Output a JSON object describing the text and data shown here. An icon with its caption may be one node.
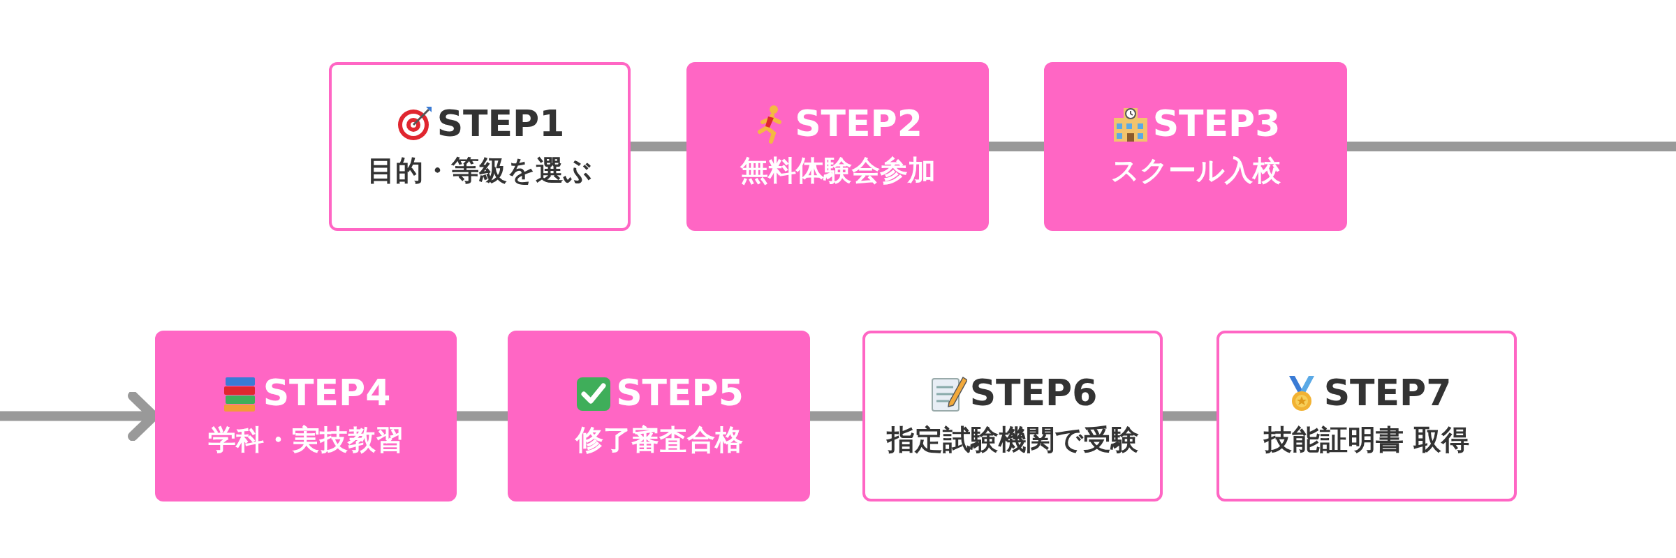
{
  "diagram": {
    "nodes": [
      {
        "text": [
          "STEP1",
          "目的・等級を選ぶ"
        ]
      },
      {
        "text": [
          "STEP2",
          "無料体験会参加"
        ]
      },
      {
        "text": [
          "STEP3",
          "スクール入校"
        ]
      },
      {
        "text": [
          "STEP4",
          "学科・実技教習"
        ]
      },
      {
        "text": [
          "STEP5",
          "修了審査合格"
        ]
      },
      {
        "text": [
          "STEP6",
          "指定試験機関で受験"
        ]
      },
      {
        "text": [
          "STEP7",
          "技能証明書 取得"
        ]
      }
    ],
    "edges": [
      {
        "from": 0,
        "to": 1,
        "arrow": "none"
      },
      {
        "from": 1,
        "to": 2,
        "arrow": "none"
      },
      {
        "from": 2,
        "to": null,
        "arrow": "none"
      },
      {
        "from": null,
        "to": 3,
        "arrow": "to"
      },
      {
        "from": 3,
        "to": 4,
        "arrow": "none"
      },
      {
        "from": 4,
        "to": 5,
        "arrow": "none"
      },
      {
        "from": 5,
        "to": 6,
        "arrow": "none"
      }
    ]
  }
}
